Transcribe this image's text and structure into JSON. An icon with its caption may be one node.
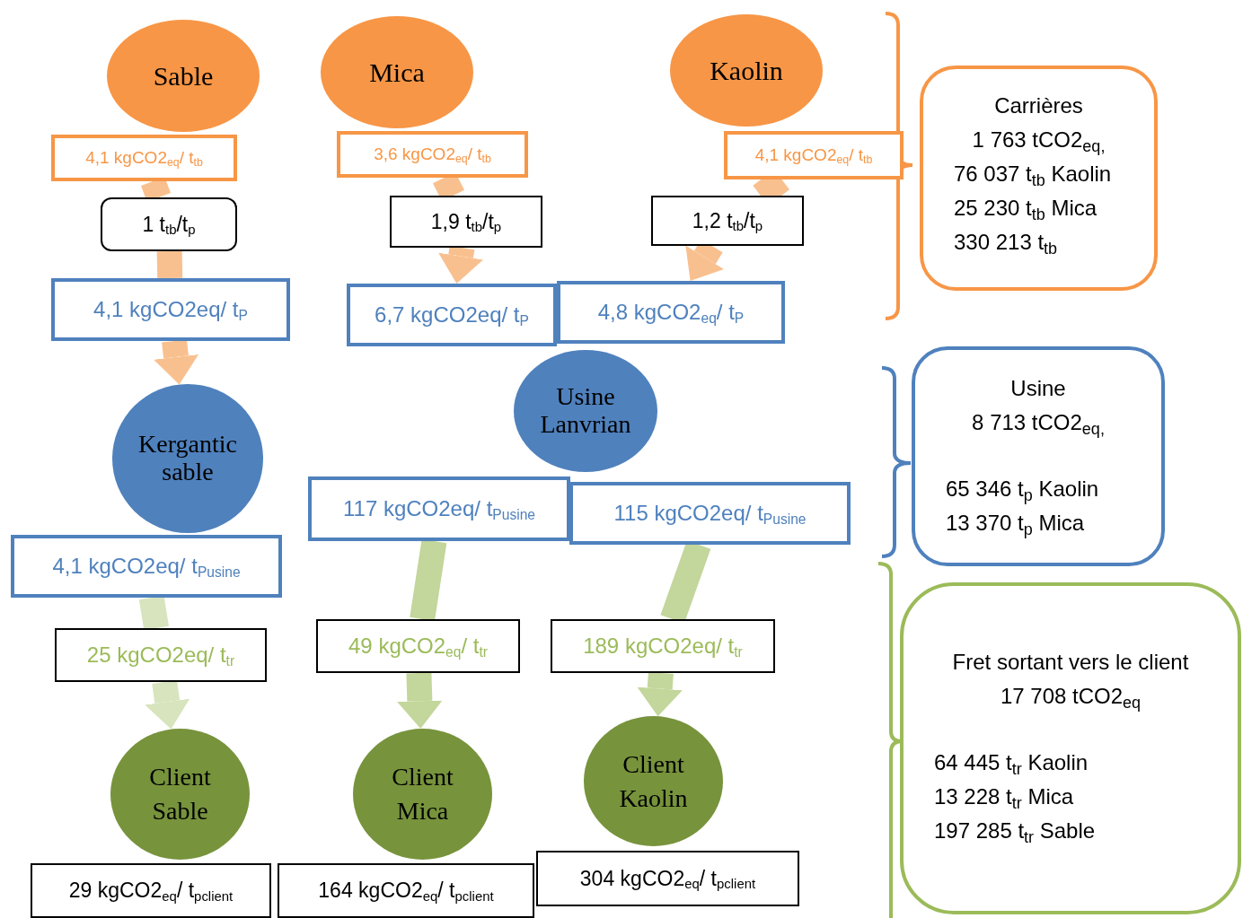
{
  "diagram": {
    "nodes": [
      {
        "text": [
          "Sable"
        ]
      },
      {
        "text": [
          "Mica"
        ]
      },
      {
        "text": [
          "Kaolin"
        ]
      },
      {
        "text": [
          "4,1 kgCO2$_{eq}$/ t$_{tb}$"
        ]
      },
      {
        "text": [
          "3,6 kgCO2$_{eq}$/ t$_{tb}$"
        ]
      },
      {
        "text": [
          "4,1 kgCO2$_{eq}$/ t$_{tb}$"
        ]
      },
      {
        "text": [
          "1 t$_{tb}$/t$_{p}$"
        ]
      },
      {
        "text": [
          "1,9 t$_{tb}$/t$_{p}$"
        ]
      },
      {
        "text": [
          "1,2 t$_{tb}$/t$_{p}$"
        ]
      },
      {
        "text": [
          "Carrières",
          "1 763 tCO2$_{eq,}$",
          "76 037 t$_{tb}$ Kaolin",
          "25 230 t$_{tb}$ Mica",
          "330 213 t$_{tb}$"
        ]
      },
      {
        "text": [
          "4,1 kgCO2eq/ t$_{P}$"
        ]
      },
      {
        "text": [
          "6,7 kgCO2eq/ t$_{P}$"
        ]
      },
      {
        "text": [
          "4,8 kgCO2$_{eq}$/ t$_{P}$"
        ]
      },
      {
        "text": [
          "Usine Lanvrian"
        ]
      },
      {
        "text": [
          "Usine",
          "8 713 tCO2$_{eq,}$",
          "65 346 t$_{p}$ Kaolin",
          "13 370 t$_{p}$ Mica"
        ]
      },
      {
        "text": [
          "Kergantic sable"
        ]
      },
      {
        "text": [
          "117 kgCO2eq/ t$_{Pusine}$"
        ]
      },
      {
        "text": [
          "115 kgCO2eq/ t$_{Pusine}$"
        ]
      },
      {
        "text": [
          "4,1 kgCO2eq/ t$_{Pusine}$"
        ]
      },
      {
        "text": [
          "Fret sortant vers le client",
          "17 708 tCO2$_{eq}$",
          "64 445 t$_{tr}$ Kaolin",
          "13 228 t$_{tr}$ Mica",
          "197 285 t$_{tr}$ Sable"
        ]
      },
      {
        "text": [
          "189 kgCO2eq/ t$_{tr}$"
        ]
      },
      {
        "text": [
          "49 kgCO2$_{eq}$/ t$_{tr}$"
        ]
      },
      {
        "text": [
          "25 kgCO2eq/ t$_{tr}$"
        ]
      },
      {
        "text": [
          "Client Kaolin"
        ]
      },
      {
        "text": [
          "Client Mica"
        ]
      },
      {
        "text": [
          "Client Sable"
        ]
      },
      {
        "text": [
          "304 kgCO2$_{eq}$/ t$_{pclient}$"
        ]
      },
      {
        "text": [
          "29 kgCO2$_{eq}$/ t$_{pclient}$"
        ]
      },
      {
        "text": [
          "164 kgCO2$_{eq}$/ t$_{pclient}$"
        ]
      }
    ],
    "edges": [
      {
        "from": 3,
        "to": 6,
        "arrow": "none",
        "color": "#f9c08f"
      },
      {
        "from": 6,
        "to": 10,
        "arrow": "none",
        "color": "#f9c08f"
      },
      {
        "from": 10,
        "to": 15,
        "arrow": "to",
        "color": "#f9c08f"
      },
      {
        "from": 4,
        "to": 7,
        "arrow": "none",
        "color": "#f9c08f"
      },
      {
        "from": 7,
        "to": 11,
        "arrow": "to",
        "color": "#f9c08f"
      },
      {
        "from": 5,
        "to": 8,
        "arrow": "none",
        "color": "#f9c08f"
      },
      {
        "from": 8,
        "to": 12,
        "arrow": "to",
        "color": "#f9c08f"
      },
      {
        "from": 18,
        "to": 22,
        "arrow": "none",
        "color": "#d7e4bd"
      },
      {
        "from": 22,
        "to": 25,
        "arrow": "to",
        "color": "#d7e4bd"
      },
      {
        "from": 16,
        "to": 21,
        "arrow": "none",
        "color": "#c3d69b"
      },
      {
        "from": 21,
        "to": 24,
        "arrow": "to",
        "color": "#c3d69b"
      },
      {
        "from": 17,
        "to": 20,
        "arrow": "none",
        "color": "#c3d69b"
      },
      {
        "from": 20,
        "to": 23,
        "arrow": "to",
        "color": "#c3d69b"
      }
    ]
  }
}
